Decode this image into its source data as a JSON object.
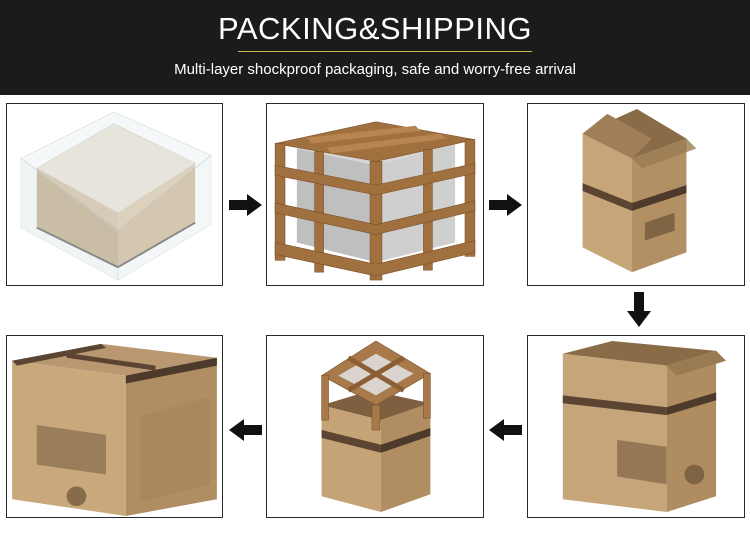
{
  "header": {
    "title": "PACKING&SHIPPING",
    "subtitle": "Multi-layer shockproof packaging, safe and worry-free arrival"
  },
  "colors": {
    "header_bg": "#1b1b1b",
    "accent_rule": "#d8b25a",
    "cardboard": "#b9976a",
    "wood": "#9a6c43",
    "arrow": "#111111"
  },
  "steps": [
    {
      "icon": "film-wrapped-machine-icon"
    },
    {
      "icon": "wooden-crate-icon"
    },
    {
      "icon": "open-carton-icon"
    },
    {
      "icon": "carton-with-contents-icon"
    },
    {
      "icon": "crate-into-carton-icon"
    },
    {
      "icon": "sealed-carton-icon"
    }
  ],
  "arrows": [
    {
      "direction": "right"
    },
    {
      "direction": "right"
    },
    {
      "direction": "down"
    },
    {
      "direction": "left"
    },
    {
      "direction": "left"
    }
  ]
}
